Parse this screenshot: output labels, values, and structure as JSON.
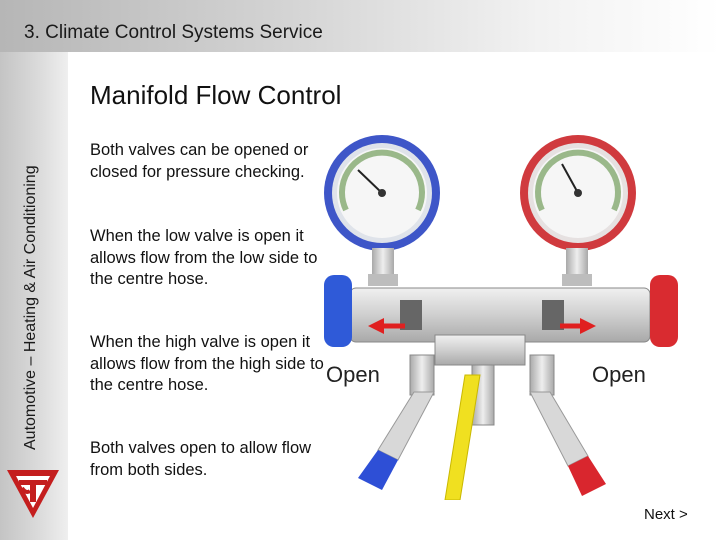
{
  "header": {
    "section_title": "3. Climate Control Systems Service"
  },
  "sidebar": {
    "vertical_label": "Automotive – Heating & Air Conditioning"
  },
  "slide": {
    "title": "Manifold Flow Control",
    "paragraphs": [
      "Both valves can be opened or closed for pressure checking.",
      "When the low valve is open it allows flow from the low side to the centre hose.",
      "When the high valve is open it allows flow from the high side to the centre hose.",
      "Both valves open to allow flow from both sides."
    ]
  },
  "diagram": {
    "left_valve_label": "Open",
    "right_valve_label": "Open",
    "colors": {
      "low_side": "#2e4fd6",
      "high_side": "#d9262e",
      "centre_hose": "#f0e020"
    }
  },
  "navigation": {
    "next_label": "Next >"
  }
}
